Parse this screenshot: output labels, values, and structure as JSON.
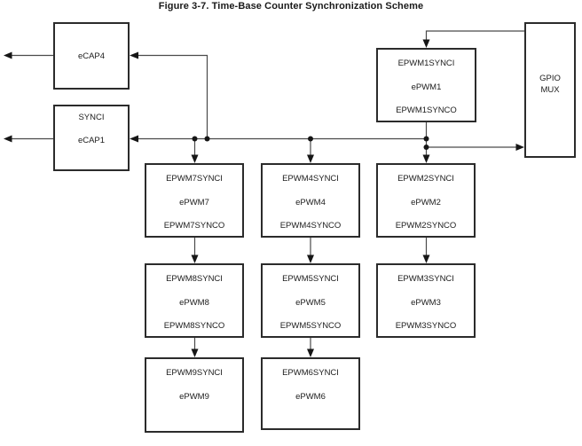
{
  "title": "Figure 3-7. Time-Base Counter Synchronization Scheme",
  "colors": {
    "background": "#ffffff",
    "box_border": "#2b2b2b",
    "wire": "#4a4a4a",
    "arrow": "#161616",
    "text": "#1c1c1c"
  },
  "blocks": {
    "ecap4": {
      "name": "eCAP4"
    },
    "ecap1": {
      "top": "SYNCI",
      "name": "eCAP1"
    },
    "gpio_mux": {
      "line1": "GPIO",
      "line2": "MUX"
    },
    "epwm1": {
      "top": "EPWM1SYNCI",
      "name": "ePWM1",
      "bottom": "EPWM1SYNCO"
    },
    "epwm2": {
      "top": "EPWM2SYNCI",
      "name": "ePWM2",
      "bottom": "EPWM2SYNCO"
    },
    "epwm3": {
      "top": "EPWM3SYNCI",
      "name": "ePWM3",
      "bottom": "EPWM3SYNCO"
    },
    "epwm4": {
      "top": "EPWM4SYNCI",
      "name": "ePWM4",
      "bottom": "EPWM4SYNCO"
    },
    "epwm5": {
      "top": "EPWM5SYNCI",
      "name": "ePWM5",
      "bottom": "EPWM5SYNCO"
    },
    "epwm6": {
      "top": "EPWM6SYNCI",
      "name": "ePWM6"
    },
    "epwm7": {
      "top": "EPWM7SYNCI",
      "name": "ePWM7",
      "bottom": "EPWM7SYNCO"
    },
    "epwm8": {
      "top": "EPWM8SYNCI",
      "name": "ePWM8",
      "bottom": "EPWM8SYNCO"
    },
    "epwm9": {
      "top": "EPWM9SYNCI",
      "name": "ePWM9"
    }
  }
}
